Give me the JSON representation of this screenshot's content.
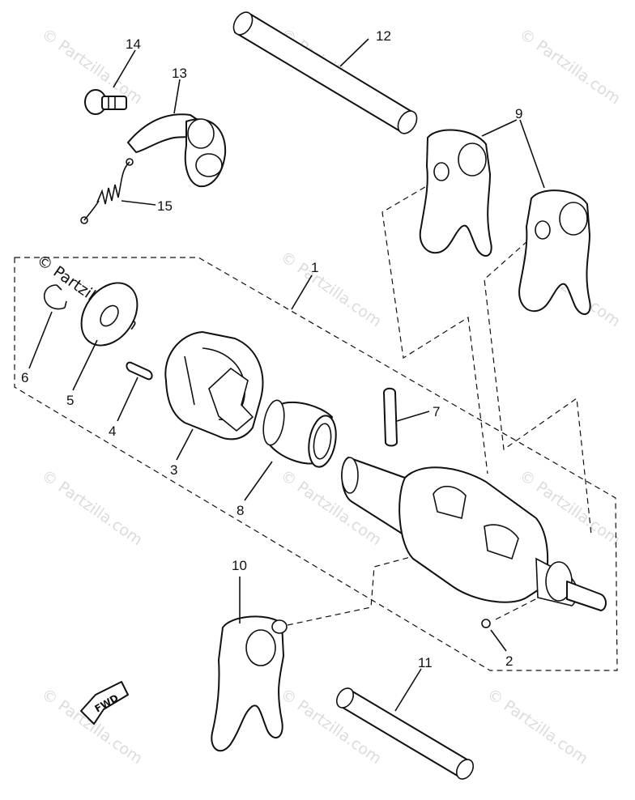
{
  "watermark": "© Partzilla.com",
  "callouts": {
    "c1": "1",
    "c2": "2",
    "c3": "3",
    "c4": "4",
    "c5": "5",
    "c6": "6",
    "c7": "7",
    "c8": "8",
    "c9": "9",
    "c10": "10",
    "c11": "11",
    "c12": "12",
    "c13": "13",
    "c14": "14",
    "c15": "15"
  },
  "fwd_arrow_label": "FWD"
}
